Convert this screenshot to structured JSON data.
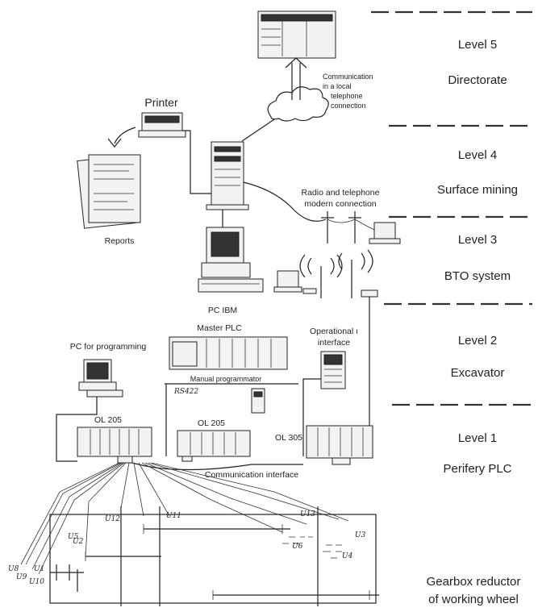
{
  "levels": [
    {
      "level": "Level 5",
      "name": "Directorate"
    },
    {
      "level": "Level 4",
      "name": "Surface mining"
    },
    {
      "level": "Level 3",
      "name": "BTO system"
    },
    {
      "level": "Level 2",
      "name": "Excavator"
    },
    {
      "level": "Level 1",
      "name": "Perifery PLC"
    }
  ],
  "bottom_label": {
    "line1": "Gearbox reductor",
    "line2": "of working wheel"
  },
  "labels": {
    "printer": "Printer",
    "communication": [
      "Communication",
      "in a local",
      "telephone",
      "connection"
    ],
    "reports": "Reports",
    "radio": [
      "Radio and telephone",
      "modern connection"
    ],
    "pc_ibm": "PC IBM",
    "master_plc": "Master PLC",
    "pc_programming": "PC for programming",
    "operational": [
      "Operational ı",
      "interface"
    ],
    "manual_programmator": "Manual programmator",
    "rs422": "RS422",
    "ol205_left": "OL 205",
    "ol205_mid": "OL 205",
    "ol305": "OL 305",
    "comm_interface": "Communication interface"
  },
  "sensor_labels": [
    "U1",
    "U2",
    "U3",
    "U4",
    "U5",
    "U6",
    "U8",
    "U9",
    "U10",
    "U11",
    "U12",
    "U13"
  ]
}
